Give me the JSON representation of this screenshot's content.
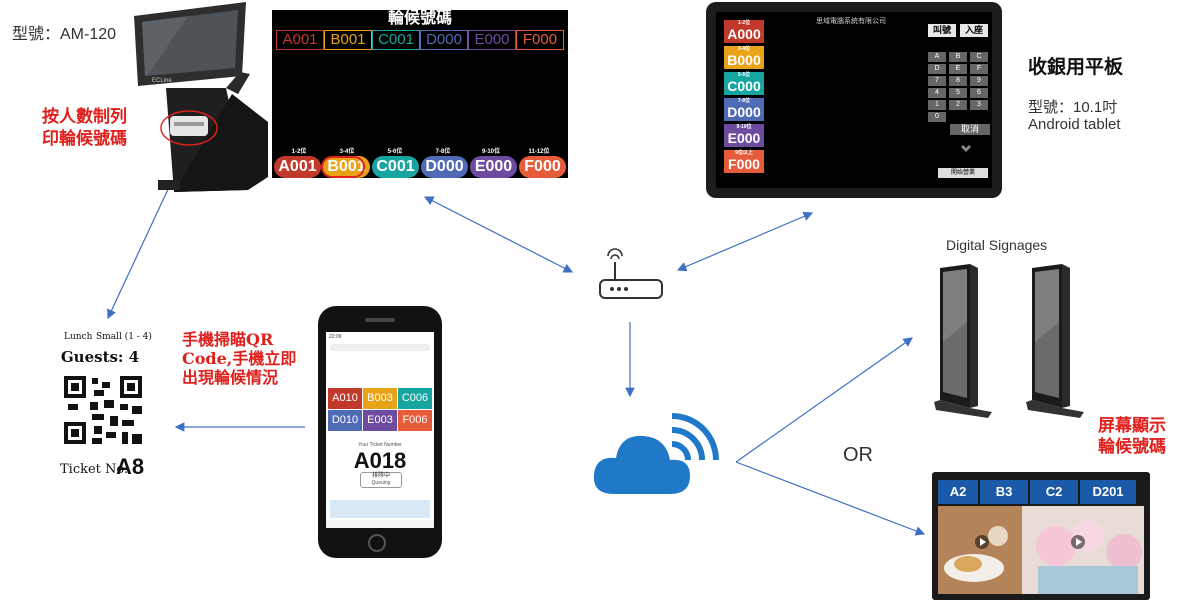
{
  "kiosk": {
    "model_label": "型號：AM-120",
    "brand": "ECLine",
    "print_note_line1": "按人數制列",
    "print_note_line2": "印輪候號碼"
  },
  "queue_board": {
    "title": "輪候號碼",
    "top_codes": [
      "A001",
      "B001",
      "C001",
      "D000",
      "E000",
      "F000"
    ],
    "bottom_ranges": [
      "1-2位",
      "3-4位",
      "5-6位",
      "7-8位",
      "9-10位",
      "11-12位"
    ],
    "bottom_codes": [
      "A001",
      "B001",
      "C001",
      "D000",
      "E000",
      "F000"
    ]
  },
  "tablet": {
    "company": "思域電腦系統有限公司",
    "call_button": "叫號",
    "seat_button": "入座",
    "ranges": [
      "1-2位",
      "3-4位",
      "5-6位",
      "7-8位",
      "9-10位",
      "9位以上"
    ],
    "codes": [
      "A000",
      "B000",
      "C000",
      "D000",
      "E000",
      "F000"
    ],
    "keypad": [
      "A",
      "B",
      "C",
      "D",
      "E",
      "F",
      "7",
      "8",
      "9",
      "4",
      "5",
      "6",
      "1",
      "2",
      "3",
      "0"
    ],
    "cancel": "取消",
    "start_button": "開始營業",
    "label_title": "收銀用平板",
    "label_model": "型號：10.1吋",
    "label_os": "Android tablet"
  },
  "ticket": {
    "header_left": "Lunch",
    "header_right": "Small (1 - 4)",
    "guests": "Guests: 4",
    "ticket_label": "Ticket No.",
    "ticket_no": "A8"
  },
  "phone": {
    "note_line1": "手機掃瞄QR",
    "note_line2": "Code,手機立即",
    "note_line3": "出現輪候情況",
    "time": "22:09",
    "grid_codes": [
      "A010",
      "B003",
      "C006",
      "D010",
      "E003",
      "F006"
    ],
    "ticket_number_label": "Your Ticket Number",
    "ticket_number": "A018",
    "status": "排隊中",
    "status_en": "Queuing"
  },
  "signage": {
    "label": "Digital Signages",
    "or_label": "OR",
    "note_line1": "屏幕顯示",
    "note_line2": "輪候號碼",
    "tv_codes": [
      "A2",
      "B3",
      "C2",
      "D201"
    ]
  },
  "colors": {
    "a": "#c0392b",
    "b": "#e8a317",
    "c": "#16a5a0",
    "d": "#4f6bb5",
    "e": "#6d4c9f",
    "f": "#e65c3a",
    "arrow": "#3d6fc4",
    "cloud": "#1f78c8",
    "note_red": "#e0201c"
  }
}
